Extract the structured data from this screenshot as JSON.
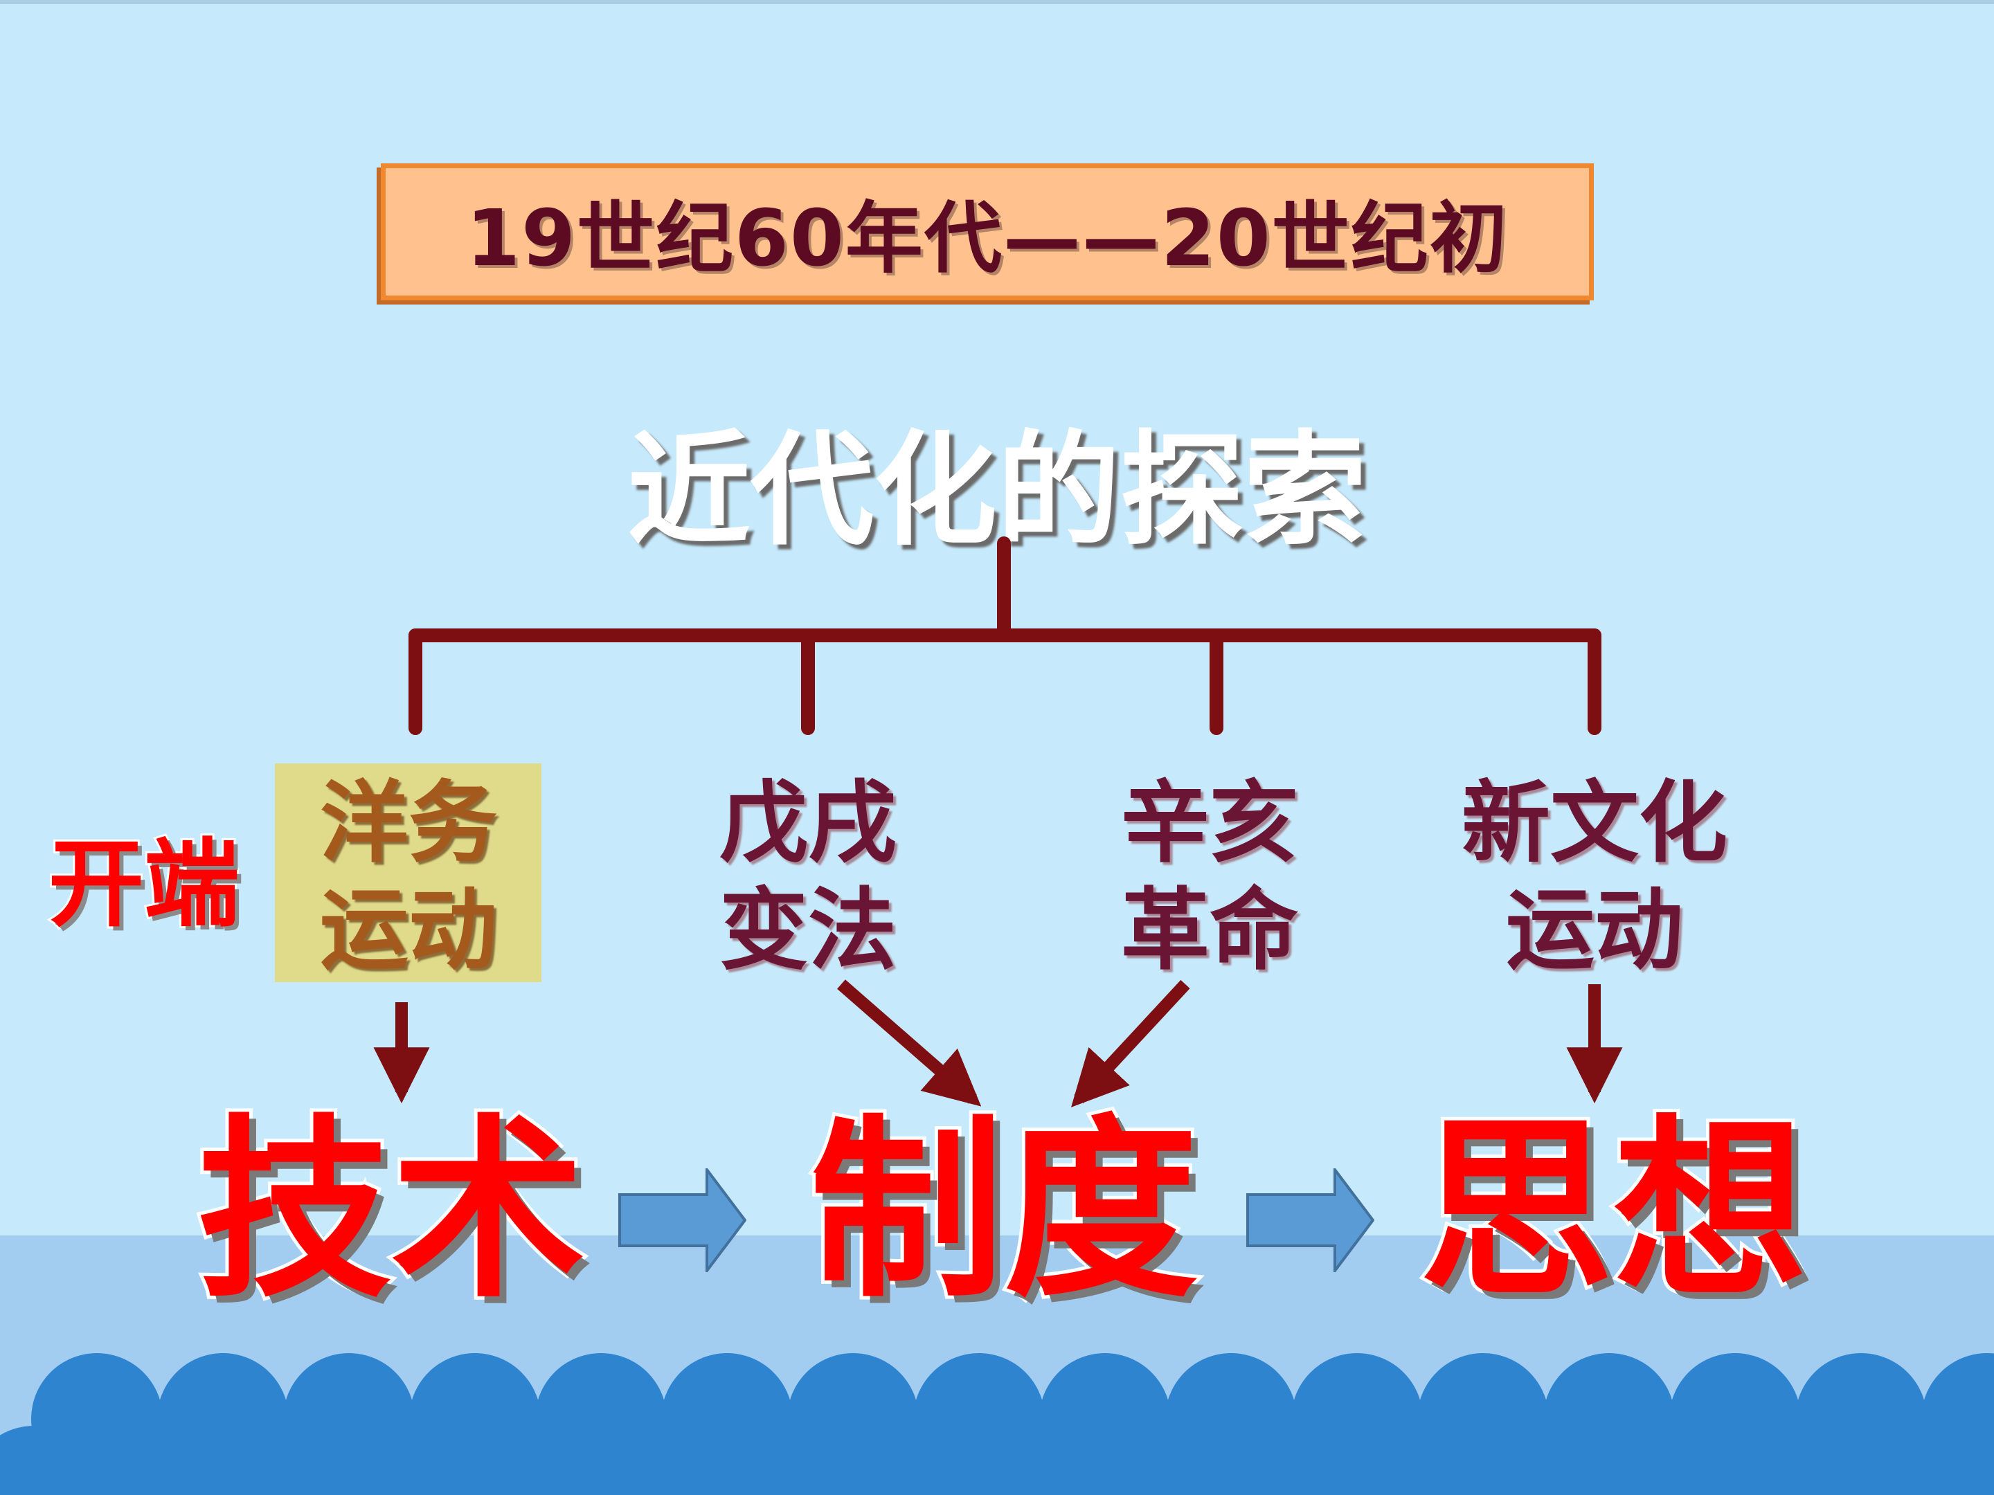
{
  "title": "19世纪60年代——20世纪初",
  "heading": "近代化的探索",
  "branches": [
    {
      "line1": "洋务",
      "line2": "运动"
    },
    {
      "line1": "戊戌",
      "line2": "变法"
    },
    {
      "line1": "辛亥",
      "line2": "革命"
    },
    {
      "line1": "新文化",
      "line2": "运动"
    }
  ],
  "start_label": "开端",
  "stages": [
    "技术",
    "制度",
    "思想"
  ],
  "colors": {
    "background": "#c6e9fb",
    "title_box_fill": "#ffc28f",
    "title_box_border": "#f0882f",
    "title_text": "#5c0b22",
    "connector": "#7d0f12",
    "stage_text": "#ff0000",
    "highlight_box": "#dfdb8a",
    "stage_arrow": "#5b9bd5",
    "wave": "#2f84cf"
  }
}
